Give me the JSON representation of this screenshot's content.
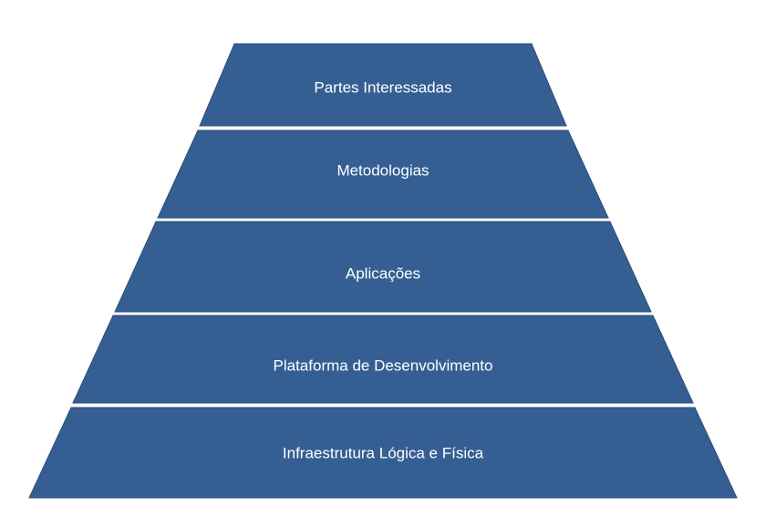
{
  "pyramid": {
    "fill_color": "#355f93",
    "text_color": "#ffffff",
    "layers": [
      {
        "label": "Partes Interessadas"
      },
      {
        "label": "Metodologias"
      },
      {
        "label": "Aplicações"
      },
      {
        "label": "Plataforma de Desenvolvimento"
      },
      {
        "label": "Infraestrutura Lógica e Física"
      }
    ]
  }
}
